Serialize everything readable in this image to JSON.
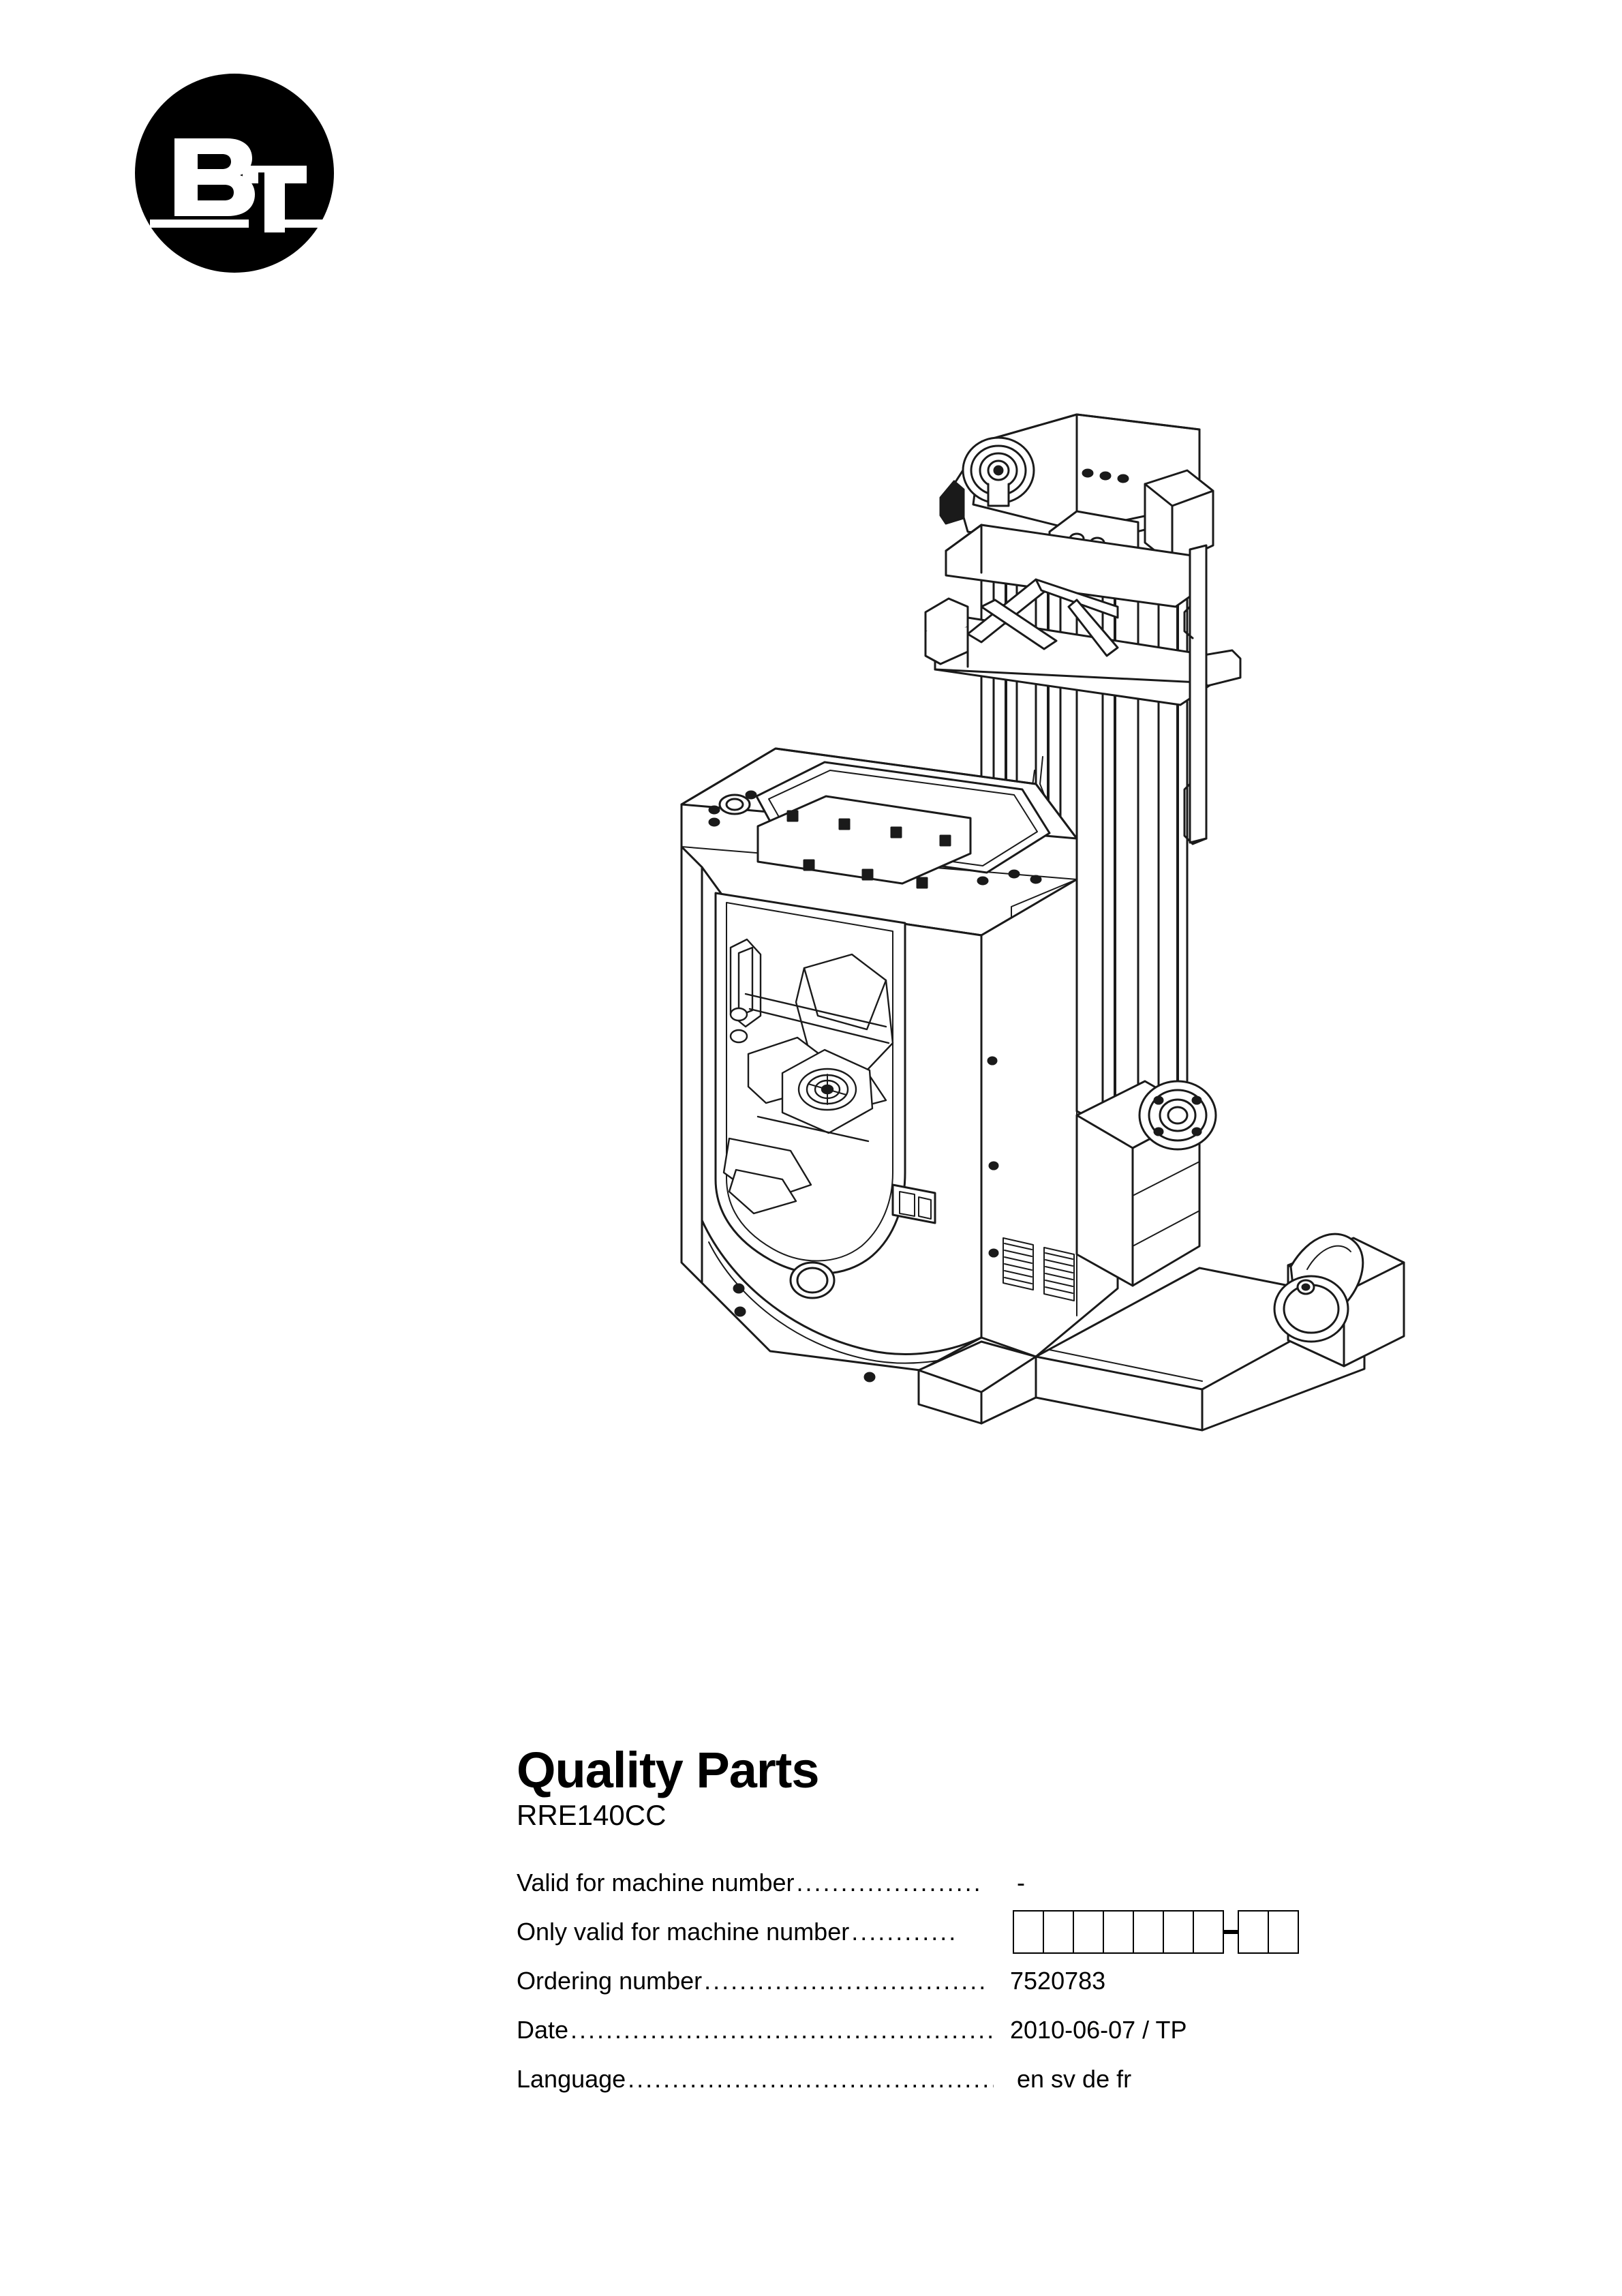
{
  "brand": {
    "logo_name": "BT",
    "letter_b": "B",
    "letter_t": "T"
  },
  "document": {
    "title": "Quality Parts",
    "model": "RRE140CC"
  },
  "specs": {
    "rows": [
      {
        "label": "Valid for machine number",
        "leader": ".....................",
        "value": "-",
        "type": "text"
      },
      {
        "label": "Only valid for machine number",
        "leader": "............",
        "value": "",
        "type": "boxes",
        "box_group_1": 7,
        "box_group_2": 2
      },
      {
        "label": "Ordering number ",
        "leader": "................................",
        "value": "7520783",
        "type": "text"
      },
      {
        "label": "Date ",
        "leader": "......................................................",
        "value": "2010-06-07 / TP",
        "type": "text"
      },
      {
        "label": "Language",
        "leader": "...........................................",
        "value": "en sv de fr",
        "type": "text"
      }
    ]
  },
  "illustration": {
    "name": "bt-reach-truck-line-drawing",
    "description": "BT RRE140CC reach truck technical line drawing"
  },
  "colors": {
    "ink": "#000000",
    "paper": "#ffffff"
  }
}
